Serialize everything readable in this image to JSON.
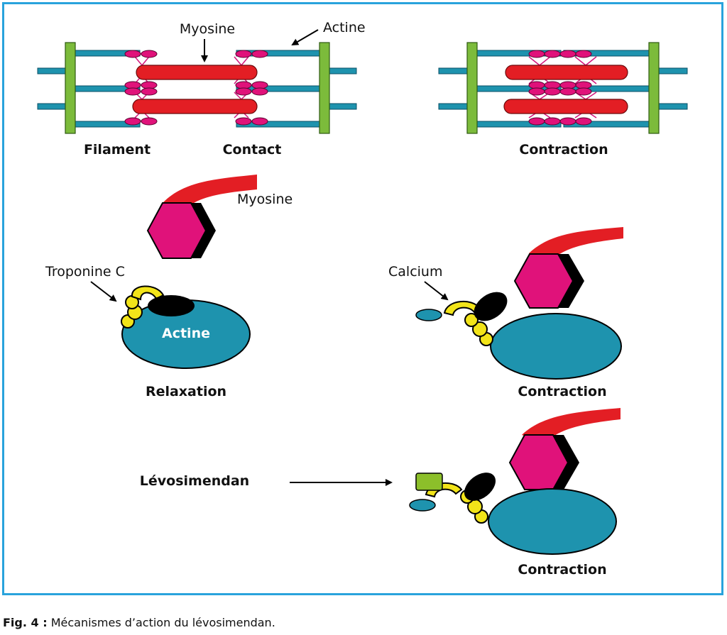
{
  "colors": {
    "frame": "#29a3dc",
    "actin_filament": "#1e93ae",
    "z_line": "#7cbb3b",
    "myosin_filament": "#e31e24",
    "myosin_head": "#e0127a",
    "cross_bridge": "#d1147b",
    "troponin_c": "#f2e419",
    "calcium": "#1e93ae",
    "inhibitor": "#000000",
    "levosimendan": "#8cbf2a",
    "actine_label": "#ffffff"
  },
  "labels": {
    "myosine_top": "Myosine",
    "actine_top": "Actine",
    "filament": "Filament",
    "contact": "Contact",
    "contraction_top": "Contraction",
    "myosine": "Myosine",
    "troponine_c": "Troponine C",
    "actine": "Actine",
    "relaxation": "Relaxation",
    "calcium": "Calcium",
    "contraction_mid": "Contraction",
    "levosimendan": "Lévosimendan",
    "contraction_bottom": "Contraction"
  },
  "caption": {
    "prefix": "Fig. 4 :",
    "text": " Mécanismes d’action du lévosimendan."
  }
}
